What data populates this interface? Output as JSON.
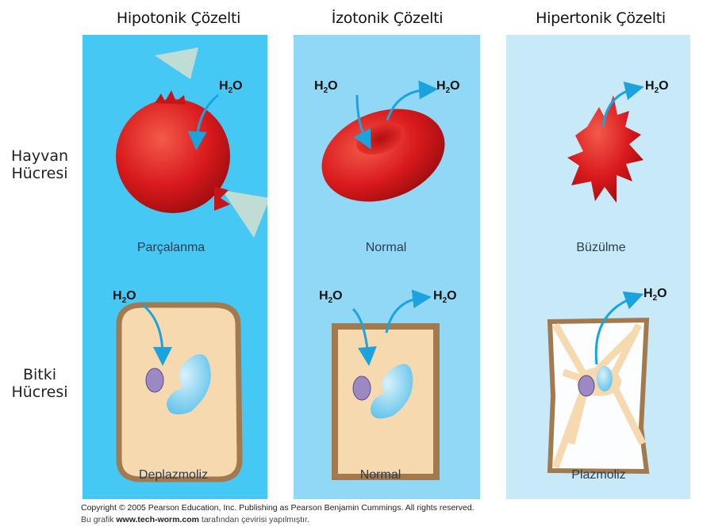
{
  "columns": [
    "Hipotonik Çözelti",
    "İzotonik Çözelti",
    "Hipertonik Çözelti"
  ],
  "rows": [
    "Hayvan Hücresi",
    "Bitki Hücresi"
  ],
  "row_lines": [
    [
      "Hayvan",
      "Hücresi"
    ],
    [
      "Bitki",
      "Hücresi"
    ]
  ],
  "animal_captions": [
    "Parçalanma",
    "Normal",
    "Büzülme"
  ],
  "plant_captions": [
    "Deplazmoliz",
    "Normal",
    "Plazmoliz"
  ],
  "water": {
    "label": "H",
    "sub": "2",
    "tail": "O"
  },
  "colors": {
    "hypotonic": "#45c8f3",
    "isotonic": "#90d8f6",
    "hypertonic": "#c8e9f8",
    "arrow": "#1aa3dc"
  },
  "footer": {
    "copyright": "Copyright © 2005 Pearson Education, Inc. Publishing as Pearson Benjamin Cummings. All rights reserved.",
    "line2_pre": "Bu grafik ",
    "line2_link": "www.tech-worm.com",
    "line2_post": " tarafından çevirisi yapılmıştır."
  }
}
